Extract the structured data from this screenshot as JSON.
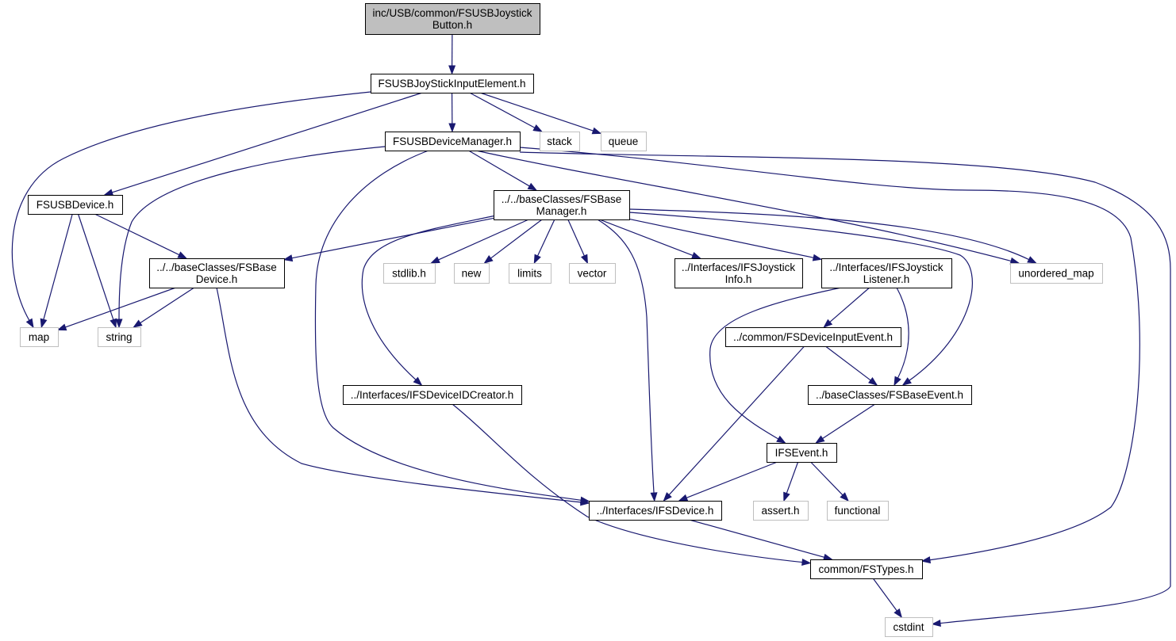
{
  "colors": {
    "edge": "#191970",
    "node_border": "#000000",
    "system_border": "#bfbfbf",
    "root_fill": "#bfbfbf",
    "node_fill": "#ffffff"
  },
  "nodes": {
    "root": {
      "lines": [
        "inc/USB/common/FSUSBJoystick",
        "Button.h"
      ],
      "kind": "root"
    },
    "joystick_input": {
      "lines": [
        "FSUSBJoyStickInputElement.h"
      ],
      "kind": "file"
    },
    "device_manager": {
      "lines": [
        "FSUSBDeviceManager.h"
      ],
      "kind": "file"
    },
    "stack": {
      "lines": [
        "stack"
      ],
      "kind": "system"
    },
    "queue": {
      "lines": [
        "queue"
      ],
      "kind": "system"
    },
    "usb_device": {
      "lines": [
        "FSUSBDevice.h"
      ],
      "kind": "file"
    },
    "base_manager": {
      "lines": [
        "../../baseClasses/FSBase",
        "Manager.h"
      ],
      "kind": "file"
    },
    "base_device": {
      "lines": [
        "../../baseClasses/FSBase",
        "Device.h"
      ],
      "kind": "file"
    },
    "stdlib": {
      "lines": [
        "stdlib.h"
      ],
      "kind": "system"
    },
    "new": {
      "lines": [
        "new"
      ],
      "kind": "system"
    },
    "limits": {
      "lines": [
        "limits"
      ],
      "kind": "system"
    },
    "vector": {
      "lines": [
        "vector"
      ],
      "kind": "system"
    },
    "joystick_info": {
      "lines": [
        "../Interfaces/IFSJoystick",
        "Info.h"
      ],
      "kind": "file"
    },
    "joystick_listener": {
      "lines": [
        "../Interfaces/IFSJoystick",
        "Listener.h"
      ],
      "kind": "file"
    },
    "unordered_map": {
      "lines": [
        "unordered_map"
      ],
      "kind": "system"
    },
    "map": {
      "lines": [
        "map"
      ],
      "kind": "system"
    },
    "string": {
      "lines": [
        "string"
      ],
      "kind": "system"
    },
    "device_input_event": {
      "lines": [
        "../common/FSDeviceInputEvent.h"
      ],
      "kind": "file"
    },
    "device_id_creator": {
      "lines": [
        "../Interfaces/IFSDeviceIDCreator.h"
      ],
      "kind": "file"
    },
    "base_event": {
      "lines": [
        "../baseClasses/FSBaseEvent.h"
      ],
      "kind": "file"
    },
    "ifs_event": {
      "lines": [
        "IFSEvent.h"
      ],
      "kind": "file"
    },
    "ifs_device": {
      "lines": [
        "../Interfaces/IFSDevice.h"
      ],
      "kind": "file"
    },
    "assert": {
      "lines": [
        "assert.h"
      ],
      "kind": "system"
    },
    "functional": {
      "lines": [
        "functional"
      ],
      "kind": "system"
    },
    "fs_types": {
      "lines": [
        "common/FSTypes.h"
      ],
      "kind": "file"
    },
    "cstdint": {
      "lines": [
        "cstdint"
      ],
      "kind": "system"
    }
  },
  "edges": [
    [
      "root",
      "joystick_input"
    ],
    [
      "joystick_input",
      "map"
    ],
    [
      "joystick_input",
      "usb_device"
    ],
    [
      "joystick_input",
      "device_manager"
    ],
    [
      "joystick_input",
      "stack"
    ],
    [
      "joystick_input",
      "queue"
    ],
    [
      "device_manager",
      "string"
    ],
    [
      "device_manager",
      "ifs_device"
    ],
    [
      "device_manager",
      "base_manager"
    ],
    [
      "device_manager",
      "unordered_map"
    ],
    [
      "device_manager",
      "fs_types"
    ],
    [
      "device_manager",
      "cstdint"
    ],
    [
      "usb_device",
      "map"
    ],
    [
      "usb_device",
      "string"
    ],
    [
      "usb_device",
      "base_device"
    ],
    [
      "base_manager",
      "base_device"
    ],
    [
      "base_manager",
      "device_id_creator"
    ],
    [
      "base_manager",
      "stdlib"
    ],
    [
      "base_manager",
      "new"
    ],
    [
      "base_manager",
      "limits"
    ],
    [
      "base_manager",
      "vector"
    ],
    [
      "base_manager",
      "ifs_device"
    ],
    [
      "base_manager",
      "joystick_info"
    ],
    [
      "base_manager",
      "joystick_listener"
    ],
    [
      "base_manager",
      "base_event"
    ],
    [
      "base_manager",
      "unordered_map"
    ],
    [
      "base_device",
      "map"
    ],
    [
      "base_device",
      "string"
    ],
    [
      "base_device",
      "ifs_device"
    ],
    [
      "joystick_listener",
      "device_input_event"
    ],
    [
      "joystick_listener",
      "base_event"
    ],
    [
      "joystick_listener",
      "ifs_event"
    ],
    [
      "device_input_event",
      "base_event"
    ],
    [
      "device_input_event",
      "ifs_device"
    ],
    [
      "base_event",
      "ifs_event"
    ],
    [
      "ifs_event",
      "ifs_device"
    ],
    [
      "ifs_event",
      "assert"
    ],
    [
      "ifs_event",
      "functional"
    ],
    [
      "device_id_creator",
      "fs_types"
    ],
    [
      "ifs_device",
      "fs_types"
    ],
    [
      "fs_types",
      "cstdint"
    ]
  ]
}
